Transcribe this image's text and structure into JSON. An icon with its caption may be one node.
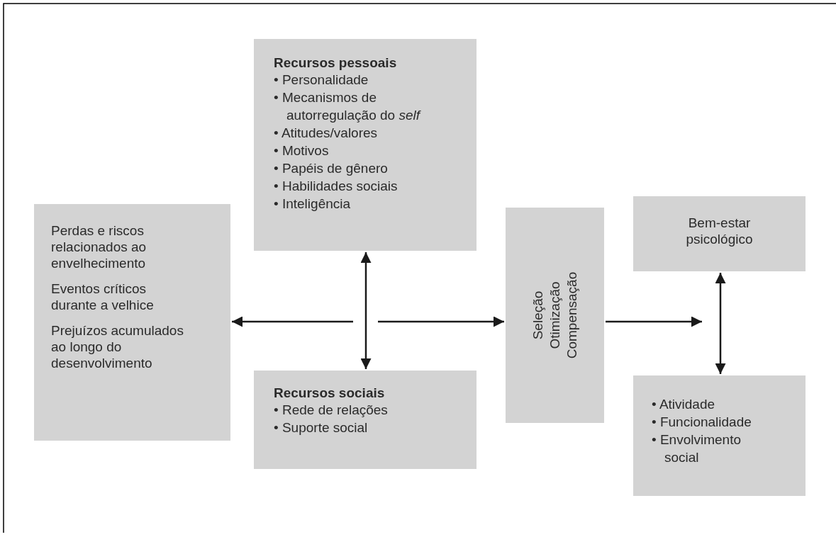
{
  "diagram": {
    "nodes": [
      {
        "text": [
          "Perdas e riscos relacionados ao envelhecimento",
          "Eventos críticos durante a velhice",
          "Prejuízos acumulados ao longo do desenvolvimento"
        ]
      },
      {
        "text": [
          "Recursos pessoais",
          "• Personalidade",
          "• Mecanismos de autorregulação do *self*",
          "• Atitudes/valores",
          "• Motivos",
          "• Papéis de gênero",
          "• Habilidades sociais",
          "• Inteligência"
        ]
      },
      {
        "text": [
          "Recursos sociais",
          "• Rede de relações",
          "• Suporte social"
        ]
      },
      {
        "text": [
          "Seleção",
          "Otimização",
          "Compensação"
        ]
      },
      {
        "text": [
          "Bem-estar psicológico"
        ]
      },
      {
        "text": [
          "• Atividade",
          "• Funcionalidade",
          "• Envolvimento social"
        ]
      }
    ],
    "edges": [
      {
        "from": null,
        "to": 0,
        "arrow": "to"
      },
      {
        "from": 1,
        "to": 2,
        "arrow": "both"
      },
      {
        "from": null,
        "to": 3,
        "arrow": "to"
      },
      {
        "from": 3,
        "to": null,
        "arrow": "to"
      },
      {
        "from": 4,
        "to": 5,
        "arrow": "both"
      }
    ]
  }
}
